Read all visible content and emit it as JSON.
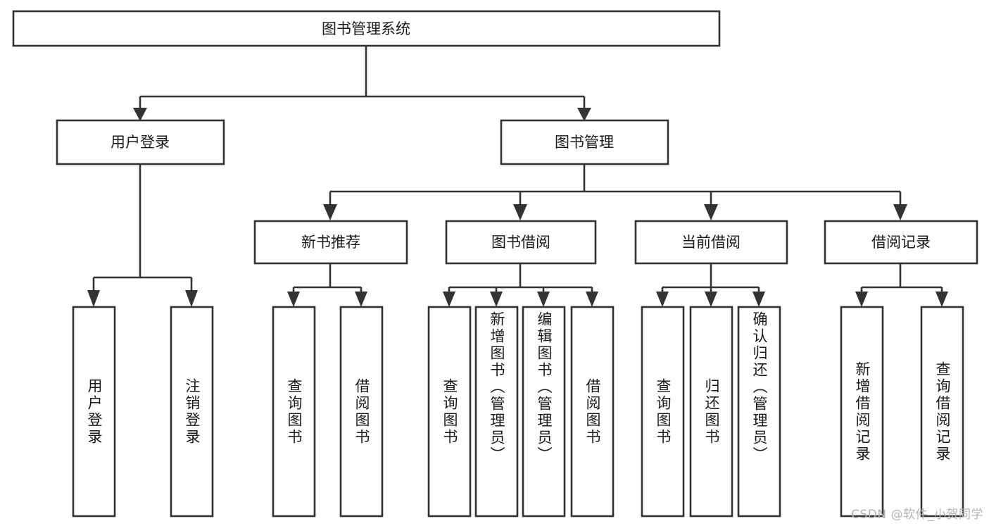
{
  "diagram": {
    "title": "图书管理系统",
    "type": "hierarchy-tree",
    "root": {
      "label": "图书管理系统"
    },
    "level2": [
      {
        "label": "用户登录"
      },
      {
        "label": "图书管理"
      }
    ],
    "level3": [
      {
        "label": "新书推荐"
      },
      {
        "label": "图书借阅"
      },
      {
        "label": "当前借阅"
      },
      {
        "label": "借阅记录"
      }
    ],
    "leaves": {
      "user_login": [
        {
          "label": "用户登录"
        },
        {
          "label": "注销登录"
        }
      ],
      "new_book_recommend": [
        {
          "label": "查询图书"
        },
        {
          "label": "借阅图书"
        }
      ],
      "book_borrow": [
        {
          "label": "查询图书"
        },
        {
          "label": "新增图书（管理员）"
        },
        {
          "label": "编辑图书（管理员）"
        },
        {
          "label": "借阅图书"
        }
      ],
      "current_borrow": [
        {
          "label": "查询图书"
        },
        {
          "label": "归还图书"
        },
        {
          "label": "确认归还（管理员）"
        }
      ],
      "borrow_record": [
        {
          "label": "新增借阅记录"
        },
        {
          "label": "查询借阅记录"
        }
      ]
    }
  },
  "watermark": {
    "text": "CSDN @软件_小贺同学"
  },
  "colors": {
    "stroke": "#333333",
    "fill": "#ffffff",
    "text": "#1a1a1a",
    "watermark": "#b4b4b4"
  }
}
